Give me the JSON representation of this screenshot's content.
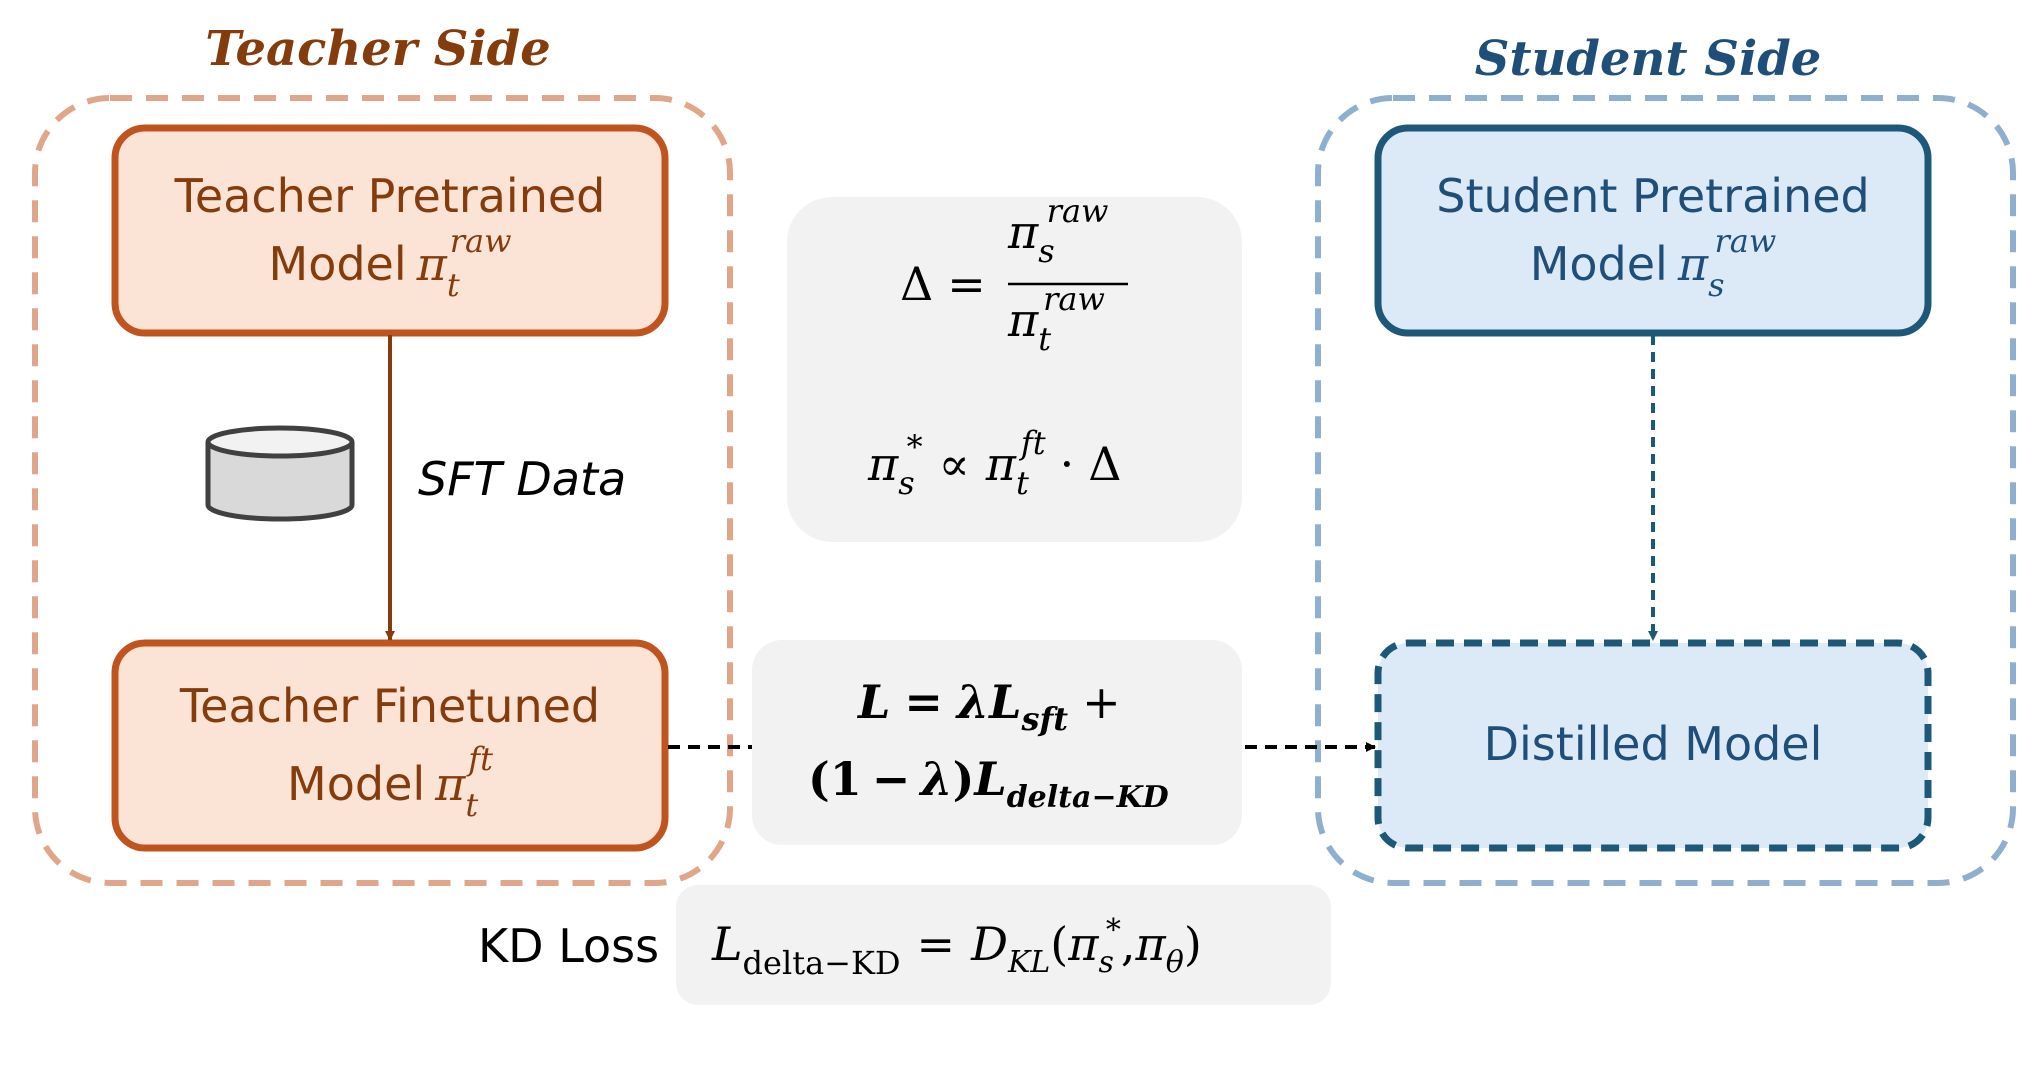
{
  "teacher_side": {
    "title": "Teacher Side",
    "pretrained": {
      "line1": "Teacher Pretrained",
      "line2": "Model",
      "sym": "π",
      "sub": "t",
      "sup": "raw"
    },
    "finetuned": {
      "line1": "Teacher Finetuned",
      "line2": "Model",
      "sym": "π",
      "sub": "t",
      "sup": "ft"
    },
    "data_label": "SFT Data"
  },
  "student_side": {
    "title": "Student Side",
    "pretrained": {
      "line1": "Student Pretrained",
      "line2": "Model",
      "sym": "π",
      "sub": "s",
      "sup": "raw"
    },
    "distilled": {
      "label": "Distilled Model"
    }
  },
  "center_formula": {
    "delta": "Δ",
    "eq": "=",
    "num_sym": "π",
    "num_sub": "s",
    "num_sup": "raw",
    "den_sym": "π",
    "den_sub": "t",
    "den_sup": "raw",
    "lhs_sym": "π",
    "lhs_sub": "s",
    "lhs_sup": "*",
    "prop": "∝",
    "rhs_sym": "π",
    "rhs_sub": "t",
    "rhs_sup": "ft",
    "dot": "·",
    "rhs_delta": "Δ"
  },
  "loss_formula": {
    "L": "L",
    "eq": "=",
    "lambda": "λ",
    "Lsft": "L",
    "sft": "sft",
    "plus": "+",
    "open": "(",
    "one": "1",
    "minus": "−",
    "lambda2": "λ",
    "close": ")",
    "Ldelta": "L",
    "delta_kd": "delta−KD"
  },
  "kd_loss": {
    "label": "KD Loss",
    "L": "L",
    "sub": "delta−KD",
    "eq": "=",
    "D": "D",
    "D_sub": "KL",
    "open": "(",
    "pi1": "π",
    "pi1_sub": "s",
    "pi1_sup": "*",
    "comma": ",",
    "pi2": "π",
    "pi2_sub": "θ",
    "close": ")"
  },
  "colors": {
    "teacher_border": "#C0541F",
    "teacher_fill": "#FBE3D6",
    "teacher_text": "#843C0C",
    "teacher_dash": "#E0A68A",
    "student_border": "#1D5878",
    "student_fill": "#DCEAF7",
    "student_text": "#1F4E79",
    "student_dash": "#8FAFCF",
    "panel_fill": "#F2F2F2",
    "arrow_teacher": "#843C0C",
    "arrow_student": "#1D5878"
  }
}
